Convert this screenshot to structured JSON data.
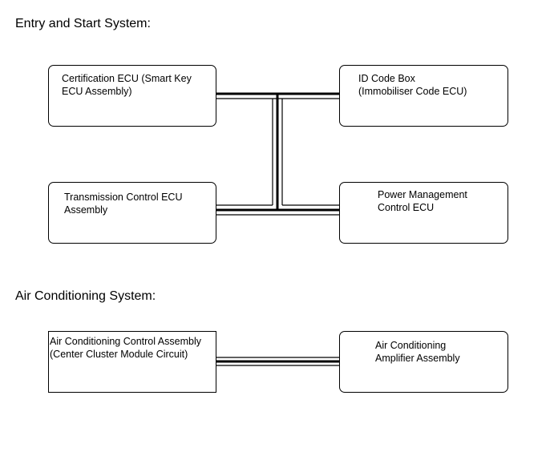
{
  "sections": [
    {
      "title": "Entry and Start System:",
      "boxes": [
        {
          "line1": "Certification ECU (Smart Key",
          "line2": "ECU Assembly)"
        },
        {
          "line1": "ID Code Box",
          "line2": "(Immobiliser Code ECU)"
        },
        {
          "line1": "Transmission Control ECU",
          "line2": "Assembly"
        },
        {
          "line1": "Power Management",
          "line2": "Control ECU"
        }
      ]
    },
    {
      "title": "Air Conditioning System:",
      "boxes": [
        {
          "line1": "Air Conditioning Control Assembly",
          "line2": "(Center Cluster Module Circuit)"
        },
        {
          "line1": "Air Conditioning",
          "line2": "Amplifier Assembly"
        }
      ]
    }
  ],
  "colors": {
    "line": "#000000",
    "background": "#ffffff"
  }
}
